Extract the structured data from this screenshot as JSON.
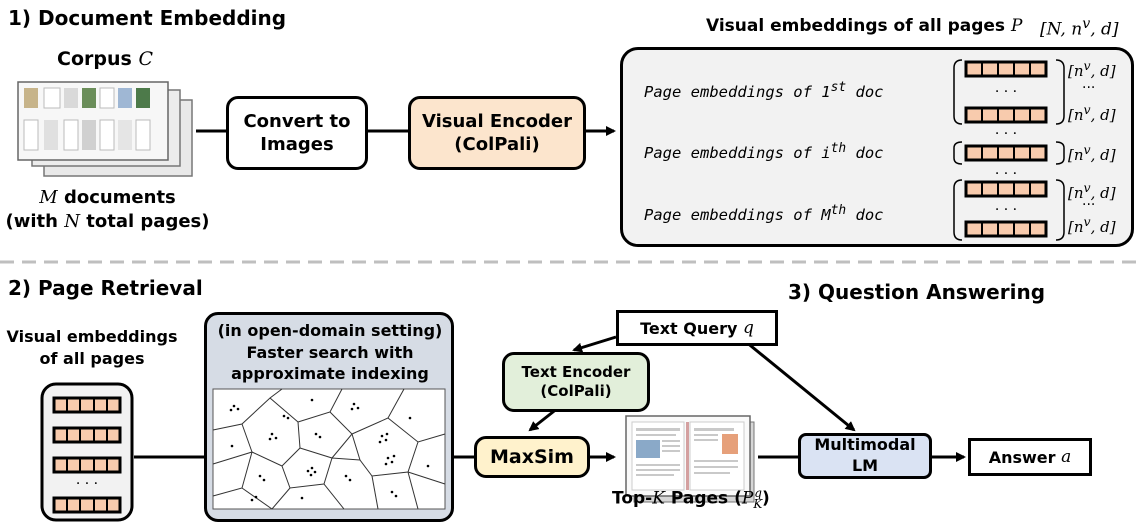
{
  "section1": {
    "title": "1) Document Embedding",
    "corpus_label": "Corpus",
    "corpus_symbol": "C",
    "docs_symbol": "M",
    "docs_label": "documents",
    "pages_prefix": "(with",
    "pages_symbol": "N",
    "pages_suffix": "total pages)",
    "convert_box": "Convert to Images",
    "encoder_box": "Visual Encoder (ColPali)",
    "embeddings_title": "Visual embeddings of all pages",
    "embeddings_symbol": "P",
    "embeddings_shape": "[N, n",
    "embeddings_shape_sup": "v",
    "embeddings_shape_end": ", d]",
    "rows": [
      {
        "prefix": "Page embeddings of 1",
        "sup": "st",
        "suffix": " doc"
      },
      {
        "prefix": "Page embeddings of i",
        "sup": "th",
        "suffix": " doc"
      },
      {
        "prefix": "Page embeddings of M",
        "sup": "th",
        "suffix": " doc"
      }
    ],
    "shape_label": "[n",
    "shape_label_sup": "v",
    "shape_label_end": ", d]",
    "ellipsis": "···"
  },
  "section2": {
    "title": "2) Page Retrieval",
    "visual_label": "Visual embeddings of all pages",
    "index_title": "(in open-domain setting) Faster search with approximate indexing",
    "text_encoder": "Text Encoder (ColPali)",
    "maxsim": "MaxSim",
    "topk_prefix": "Top-",
    "topk_symbol": "K",
    "topk_suffix": " Pages (",
    "topk_P": "P",
    "topk_sub": "K",
    "topk_sup": "q",
    "topk_close": ")"
  },
  "section3": {
    "title": "3) Question Answering",
    "text_query": "Text Query",
    "text_query_symbol": "q",
    "multimodal": "Multimodal LM",
    "answer": "Answer",
    "answer_symbol": "a"
  },
  "colors": {
    "visual_encoder": "#fce5cd",
    "text_encoder": "#e2efda",
    "maxsim": "#fff2cc",
    "multimodal": "#dae3f3",
    "index_panel": "#d6dce5",
    "embedding_cell": "#f8cbad",
    "divider": "#bfbfbf"
  },
  "icons": [
    "document-stack-icon",
    "embedding-matrix-icon",
    "voronoi-index-icon",
    "retrieved-pages-icon"
  ]
}
